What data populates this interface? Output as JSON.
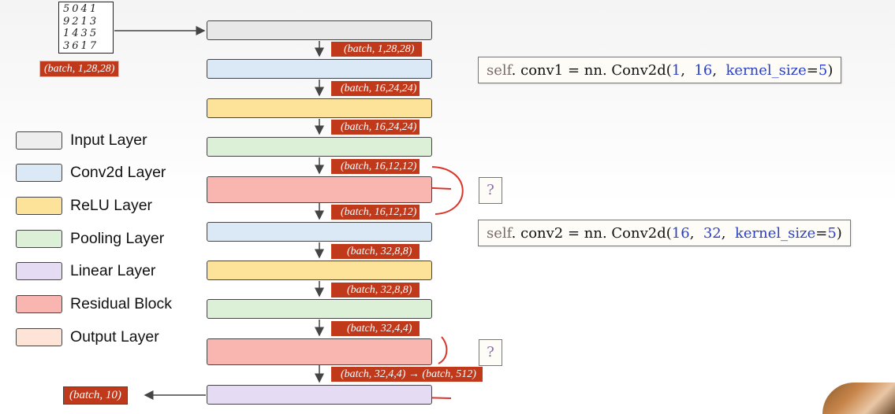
{
  "input": {
    "mnist_digits": "5041\n9213\n1435\n3617",
    "shape": "(batch, 1,28,28)"
  },
  "output": {
    "shape": "(batch, 10)"
  },
  "layers": [
    {
      "type": "input",
      "color": "#e8e8e8"
    },
    {
      "type": "conv2d",
      "color": "#dbe8f5"
    },
    {
      "type": "relu",
      "color": "#fde39a"
    },
    {
      "type": "pooling",
      "color": "#dcefd7"
    },
    {
      "type": "residual",
      "color": "#f9b5b0"
    },
    {
      "type": "conv2d",
      "color": "#dbe8f5"
    },
    {
      "type": "relu",
      "color": "#fde39a"
    },
    {
      "type": "pooling",
      "color": "#dcefd7"
    },
    {
      "type": "residual",
      "color": "#f9b5b0"
    },
    {
      "type": "linear",
      "color": "#e5dcf3"
    }
  ],
  "shape_labels": [
    "(batch, 1,28,28)",
    "(batch, 16,24,24)",
    "(batch, 16,24,24)",
    "(batch, 16,12,12)",
    "(batch, 16,12,12)",
    "(batch, 32,8,8)",
    "(batch, 32,8,8)",
    "(batch, 32,4,4)",
    "(batch, 32,4,4) → (batch, 512)"
  ],
  "legend": [
    {
      "label": "Input Layer",
      "color": "#eeeeee"
    },
    {
      "label": "Conv2d Layer",
      "color": "#dbe8f5"
    },
    {
      "label": "ReLU Layer",
      "color": "#fde39a"
    },
    {
      "label": "Pooling Layer",
      "color": "#dcefd7"
    },
    {
      "label": "Linear Layer",
      "color": "#e5dcf3"
    },
    {
      "label": "Residual Block",
      "color": "#f9b5b0"
    },
    {
      "label": "Output Layer",
      "color": "#fde4d6"
    }
  ],
  "code": {
    "conv1": {
      "self": "self",
      "rest": ". conv1 = nn. Conv2d(",
      "a": "1",
      "b": "16",
      "kw": "kernel_size",
      "v": "5",
      "close": ")"
    },
    "conv2": {
      "self": "self",
      "rest": ". conv2 = nn. Conv2d(",
      "a": "16",
      "b": "32",
      "kw": "kernel_size",
      "v": "5",
      "close": ")"
    }
  },
  "question_mark": "?"
}
